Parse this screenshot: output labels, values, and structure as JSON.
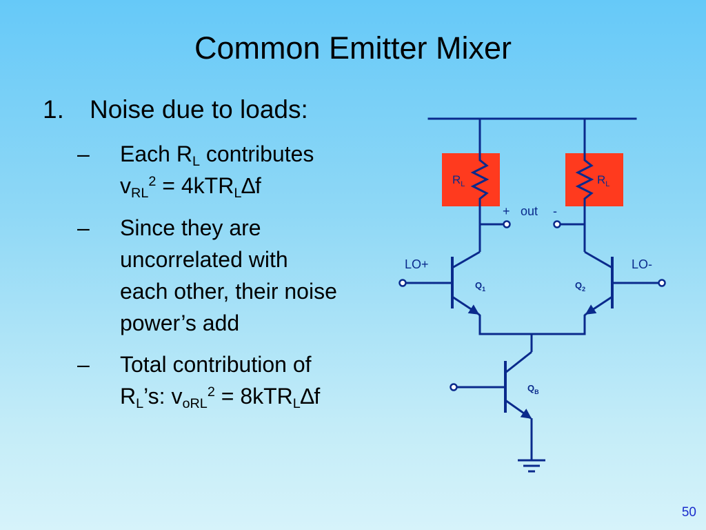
{
  "title": "Common Emitter Mixer",
  "item1": {
    "number": "1.",
    "text": "Noise due to loads:"
  },
  "bullets": [
    {
      "dash": "–",
      "l1_a": "Each R",
      "l1_sub": "L",
      "l1_b": " contributes",
      "l2_a": "v",
      "l2_sub": "RL",
      "l2_sup": "2",
      "l2_b": " = 4kTR",
      "l2_sub2": "L",
      "l2_c": "∆f"
    },
    {
      "dash": "–",
      "lines": [
        "Since they are",
        "uncorrelated with",
        "each other, their noise",
        "power’s add"
      ]
    },
    {
      "dash": "–",
      "l1": "Total contribution of",
      "l2_a": "R",
      "l2_sub": "L",
      "l2_b": "’s: v",
      "l2_sub2": "oRL",
      "l2_sup": "2",
      "l2_c": " = 8kTR",
      "l2_sub3": "L",
      "l2_d": "∆f"
    }
  ],
  "circuit": {
    "rl_left": {
      "main": "R",
      "sub": "L"
    },
    "rl_right": {
      "main": "R",
      "sub": "L"
    },
    "out_plus": "+",
    "out_label": "out",
    "out_minus": "-",
    "lo_plus": "LO+",
    "lo_minus": "LO-",
    "q1": {
      "main": "Q",
      "sub": "1"
    },
    "q2": {
      "main": "Q",
      "sub": "2"
    },
    "qb": {
      "main": "Q",
      "sub": "B"
    }
  },
  "colors": {
    "resistor_box": "#ff3a1e",
    "circuit_line": "#0a2a8c",
    "node": "#ffffff",
    "page_number": "#1a2ccc"
  },
  "page_number": "50"
}
